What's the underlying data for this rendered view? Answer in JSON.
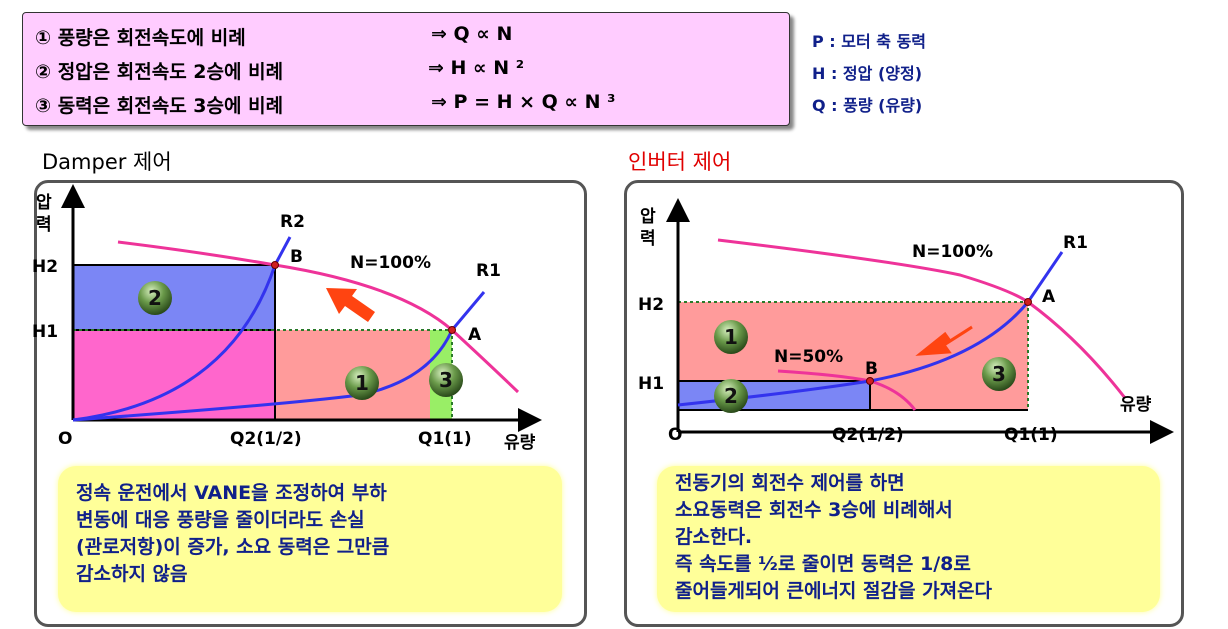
{
  "formulas": [
    {
      "text": "① 풍량은 회전속도에 비례",
      "rel": "⇒ Q ∝ N"
    },
    {
      "text": "② 정압은 회전속도 2승에 비례",
      "rel": "⇒ H ∝ N ²"
    },
    {
      "text": "③ 동력은 회전속도 3승에 비례",
      "rel": "⇒ P = H × Q ∝ N ³"
    }
  ],
  "legend": [
    "P : 모터 축 동력",
    "H : 정압 (양정)",
    "Q : 풍량 (유량)"
  ],
  "damper": {
    "title": "Damper 제어",
    "y_axis": [
      "압",
      "력"
    ],
    "x_axis": "유량",
    "origin": "O",
    "h2": "H2",
    "h1": "H1",
    "q2": "Q2(1/2)",
    "q1": "Q1(1)",
    "r1": "R1",
    "r2": "R2",
    "a": "A",
    "b": "B",
    "n": "N=100%",
    "regions": [
      "1",
      "2",
      "3"
    ],
    "note": [
      "정속 운전에서 VANE을 조정하여 부하",
      "변동에 대응 풍량을 줄이더라도 손실",
      "(관로저항)이 증가, 소요 동력은 그만큼",
      "감소하지 않음"
    ]
  },
  "inverter": {
    "title": "인버터 제어",
    "y_axis": [
      "압",
      "력"
    ],
    "x_axis": "유량",
    "origin": "O",
    "h2": "H2",
    "h1": "H1",
    "q2": "Q2(1/2)",
    "q1": "Q1(1)",
    "r1": "R1",
    "a": "A",
    "b": "B",
    "n100": "N=100%",
    "n50": "N=50%",
    "regions": [
      "1",
      "2",
      "3"
    ],
    "note": [
      "전동기의 회전수 제어를 하면",
      "소요동력은 회전수 3승에 비례해서",
      "감소한다.",
      "즉 속도를 ½로 줄이면 동력은 1/8로",
      "줄어들게되어 큰에너지 절감을 가져온다"
    ]
  },
  "colors": {
    "pump_curve": "#ee3399",
    "system_curve": "#3333ee",
    "arrow": "#ff4411",
    "note_text": "#10208a",
    "inverter_title": "#e00000"
  }
}
